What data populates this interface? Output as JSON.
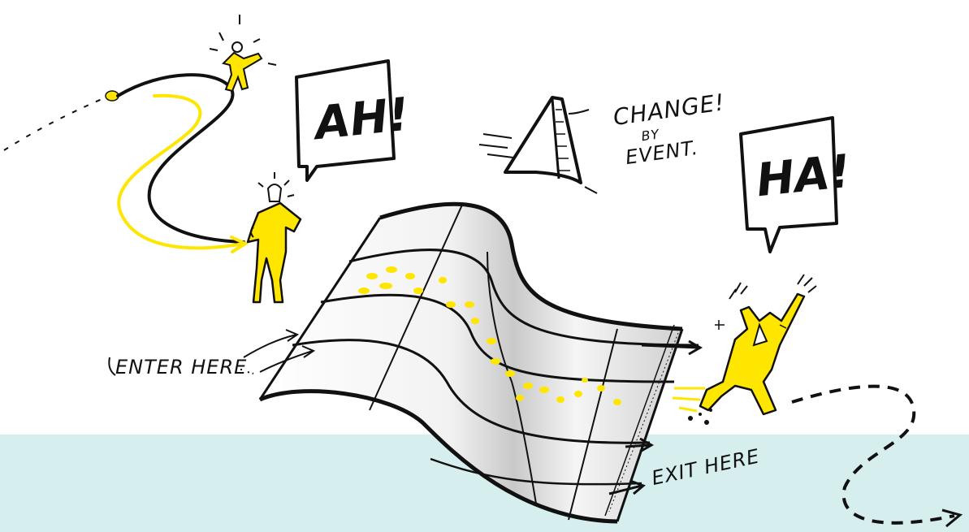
{
  "colors": {
    "accent_yellow": "#ffe600",
    "ink": "#111111",
    "band": "#d6eeee",
    "paper": "#ffffff"
  },
  "labels": {
    "bubble_left": "AH!",
    "bubble_right": "HA!",
    "change_line1": "CHANGE!",
    "change_line2": "BY",
    "change_line3": "EVENT.",
    "enter": "ENTER HERE",
    "exit": "EXIT HERE"
  },
  "icons": {
    "figure_top": "cheering-figure-icon",
    "figure_middle": "surprised-figure-icon",
    "figure_right": "jumping-figure-icon",
    "bell": "bell-icon"
  }
}
